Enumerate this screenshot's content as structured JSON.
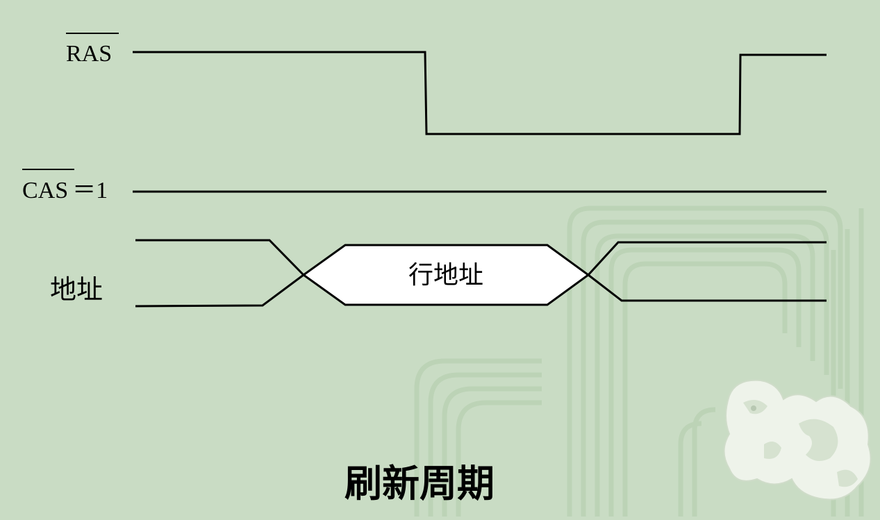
{
  "signals": {
    "ras": {
      "label": "RAS",
      "overbar": true
    },
    "cas": {
      "label": "CAS",
      "overbar": true,
      "suffix": "＝1"
    },
    "address": {
      "label": "地址",
      "bus_value": "行地址"
    }
  },
  "caption": "刷新周期",
  "colors": {
    "background": "#c9dcc4",
    "pattern": "#b6cfb1",
    "line": "#000000",
    "bus_fill": "#ffffff",
    "ornament": "#eaf1e7"
  }
}
